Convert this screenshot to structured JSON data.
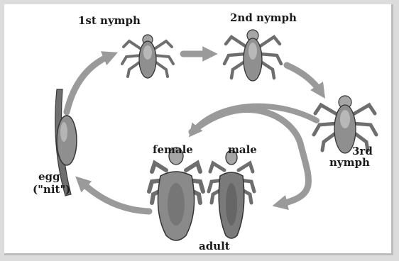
{
  "labels": {
    "nymph1": "1st nymph",
    "nymph2": "2nd nymph",
    "nymph3_line1": "3rd",
    "nymph3_line2": "nymph",
    "female": "female",
    "male": "male",
    "adult": "adult",
    "egg_line1": "egg",
    "egg_line2": "(\"nit\")"
  },
  "colors": {
    "arrow": "#9a9a9a",
    "body_fill": "#8f8f8f",
    "body_dark": "#555555",
    "leg": "#6e6e6e",
    "background": "#ffffff",
    "frame": "#dcdcdc"
  }
}
